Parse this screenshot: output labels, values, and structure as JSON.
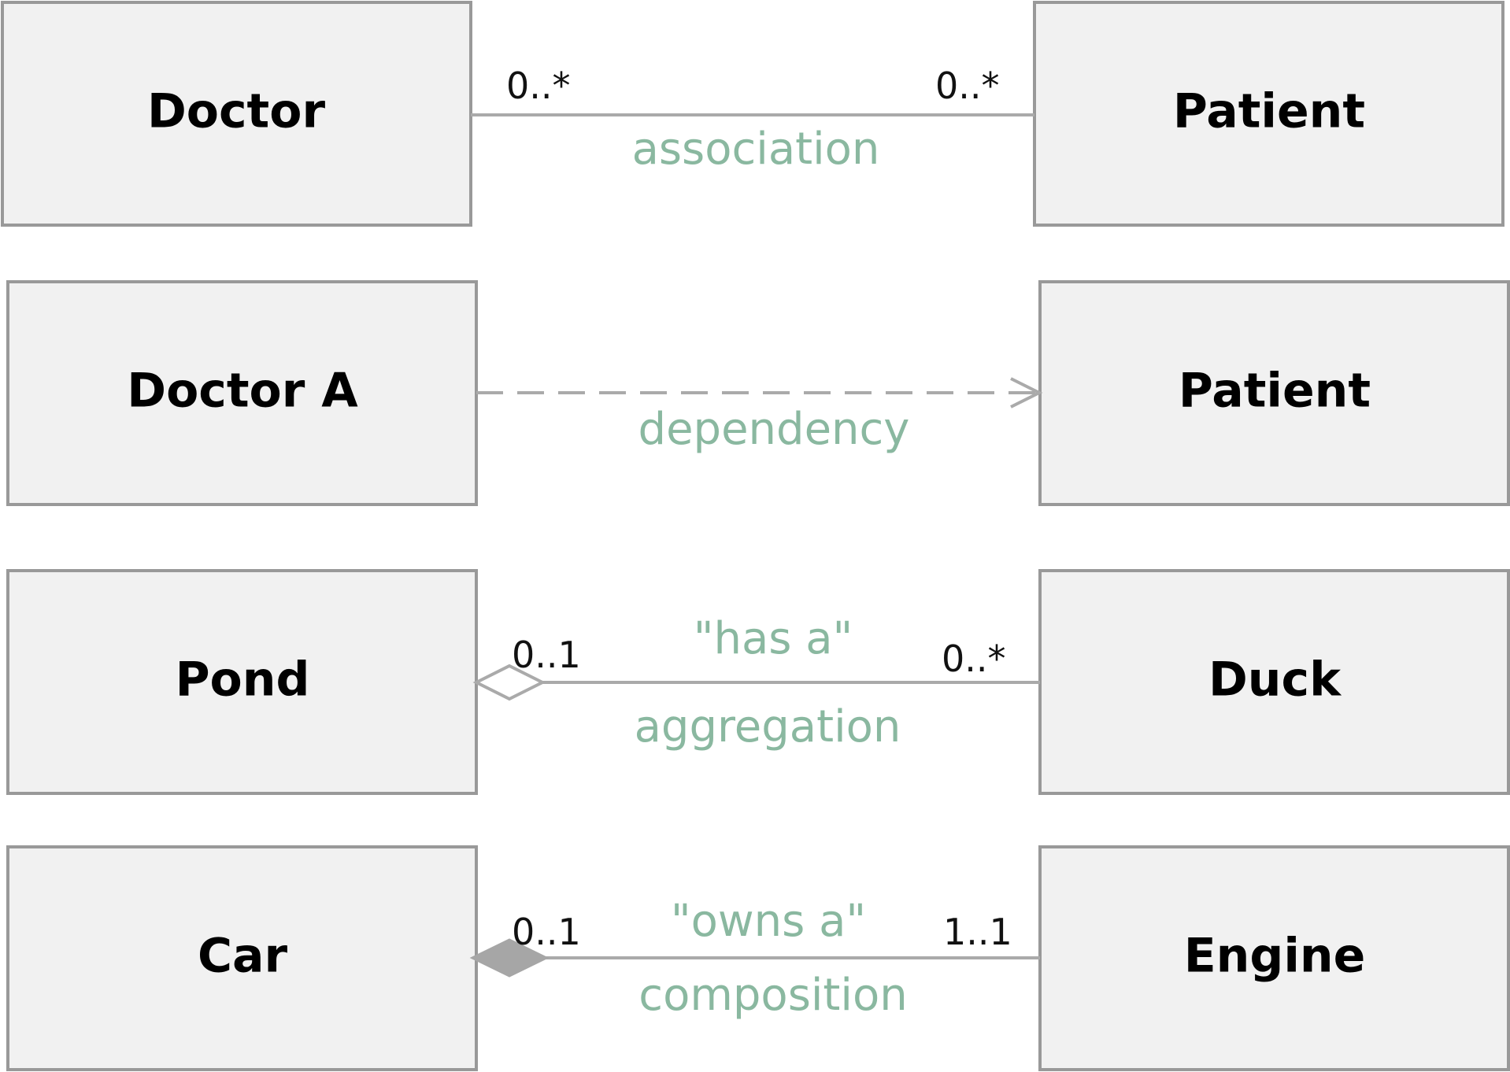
{
  "classes": {
    "doctor": "Doctor",
    "patient_1": "Patient",
    "doctor_a": "Doctor A",
    "patient_2": "Patient",
    "pond": "Pond",
    "duck": "Duck",
    "car": "Car",
    "engine": "Engine"
  },
  "relations": {
    "association": {
      "label": "association",
      "left_multiplicity": "0..*",
      "right_multiplicity": "0..*"
    },
    "dependency": {
      "label": "dependency"
    },
    "aggregation": {
      "phrase": "\"has a\"",
      "label": "aggregation",
      "left_multiplicity": "0..1",
      "right_multiplicity": "0..*"
    },
    "composition": {
      "phrase": "\"owns a\"",
      "label": "composition",
      "left_multiplicity": "0..1",
      "right_multiplicity": "1..1"
    }
  },
  "colors": {
    "box_fill": "#f1f1f1",
    "box_border": "#999999",
    "connector": "#aaaaaa",
    "relation_label": "#8ab8a0"
  }
}
